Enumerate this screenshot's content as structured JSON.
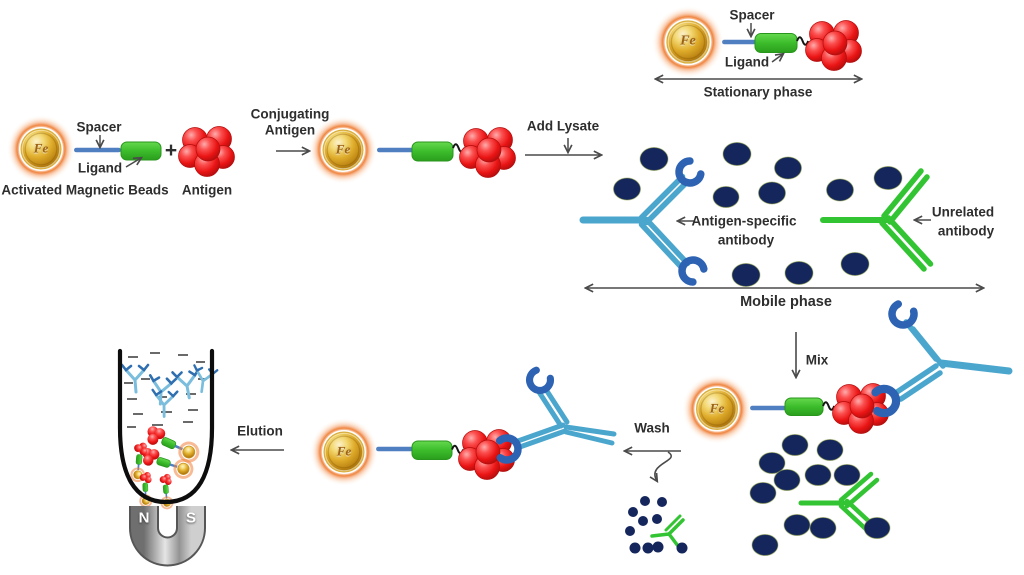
{
  "labels": {
    "spacer": "Spacer",
    "ligand": "Ligand",
    "activated_magnetic_beads": "Activated Magnetic Beads",
    "antigen": "Antigen",
    "plus_sign": "+",
    "conjugating_antigen_line1": "Conjugating",
    "conjugating_antigen_line2": "Antigen",
    "add_lysate": "Add Lysate",
    "stationary_phase": "Stationary phase",
    "mobile_phase": "Mobile phase",
    "antigen_specific_antibody_line1": "Antigen-specific",
    "antigen_specific_antibody_line2": "antibody",
    "unrelated_antibody_line1": "Unrelated",
    "unrelated_antibody_line2": "antibody",
    "mix": "Mix",
    "wash": "Wash",
    "elution": "Elution",
    "bead_element": "Fe",
    "magnet_north": "N",
    "magnet_south": "S"
  },
  "colors": {
    "bead_gold": "#d9a62a",
    "bead_glow_orange": "#ee7d36",
    "spacer_blue": "#4f7fc0",
    "ligand_green": "#3cb82c",
    "antigen_red": "#e81616",
    "specific_antibody_blue": "#4ba6cd",
    "binding_site_blue": "#2d63b2",
    "unrelated_antibody_green": "#32c432",
    "lysate_protein_navy": "#14265c",
    "arrow_gray": "#4a4a4a",
    "magnet_gray": "#a9a9a9",
    "label_text": "#2e2e2e"
  }
}
